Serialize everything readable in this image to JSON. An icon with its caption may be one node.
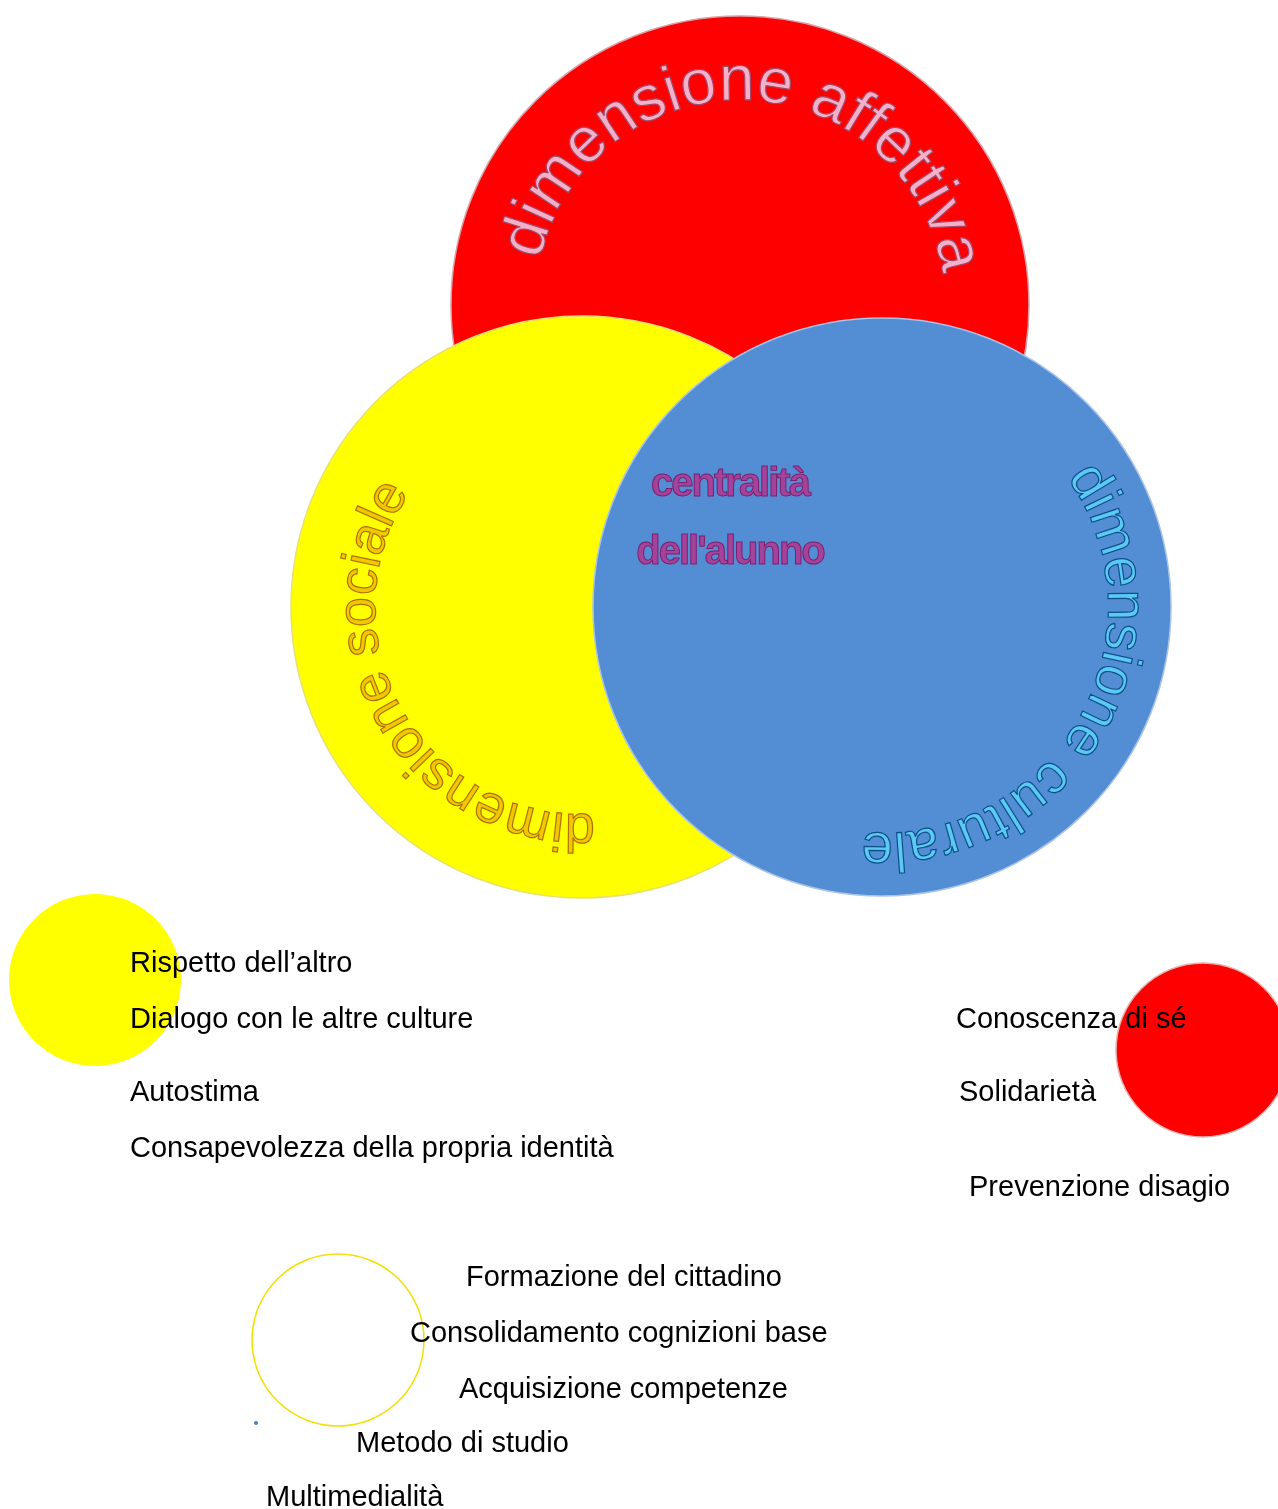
{
  "diagram": {
    "nodes": [
      {
        "text": [
          "dimensione affettiva"
        ]
      },
      {
        "text": [
          "dimensione sociale"
        ]
      },
      {
        "text": [
          "dimensione culturale"
        ]
      },
      {
        "text": [],
        "shape": "circle"
      },
      {
        "text": [],
        "shape": "circle"
      },
      {
        "text": [],
        "shape": "circle"
      },
      {
        "text": [],
        "shape": "circle"
      }
    ],
    "labels": [
      "centralità dell'alunno",
      "Rispetto dell’altro",
      "Dialogo con le altre culture",
      "Autostima",
      "Consapevolezza della propria identità",
      "Conoscenza di sé",
      "Solidarietà",
      "Prevenzione disagio",
      "Formazione del cittadino",
      "Consolidamento cognizioni base",
      "Acquisizione competenze",
      "Metodo di studio",
      "Multimedialità"
    ]
  }
}
